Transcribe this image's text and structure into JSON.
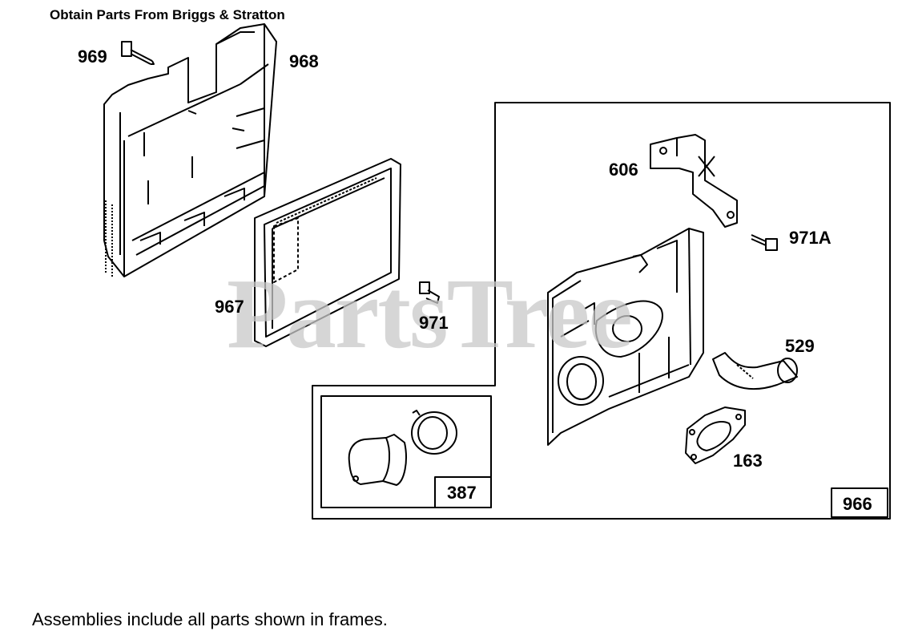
{
  "header": {
    "text": "Obtain Parts From Briggs & Stratton"
  },
  "watermark": {
    "text": "PartsTree"
  },
  "callouts": {
    "p969": "969",
    "p968": "968",
    "p967": "967",
    "p971": "971",
    "p606": "606",
    "p971a": "971A",
    "p529": "529",
    "p163": "163",
    "p387": "387",
    "p966": "966"
  },
  "footer": {
    "text": "Assemblies include all parts shown in frames."
  }
}
